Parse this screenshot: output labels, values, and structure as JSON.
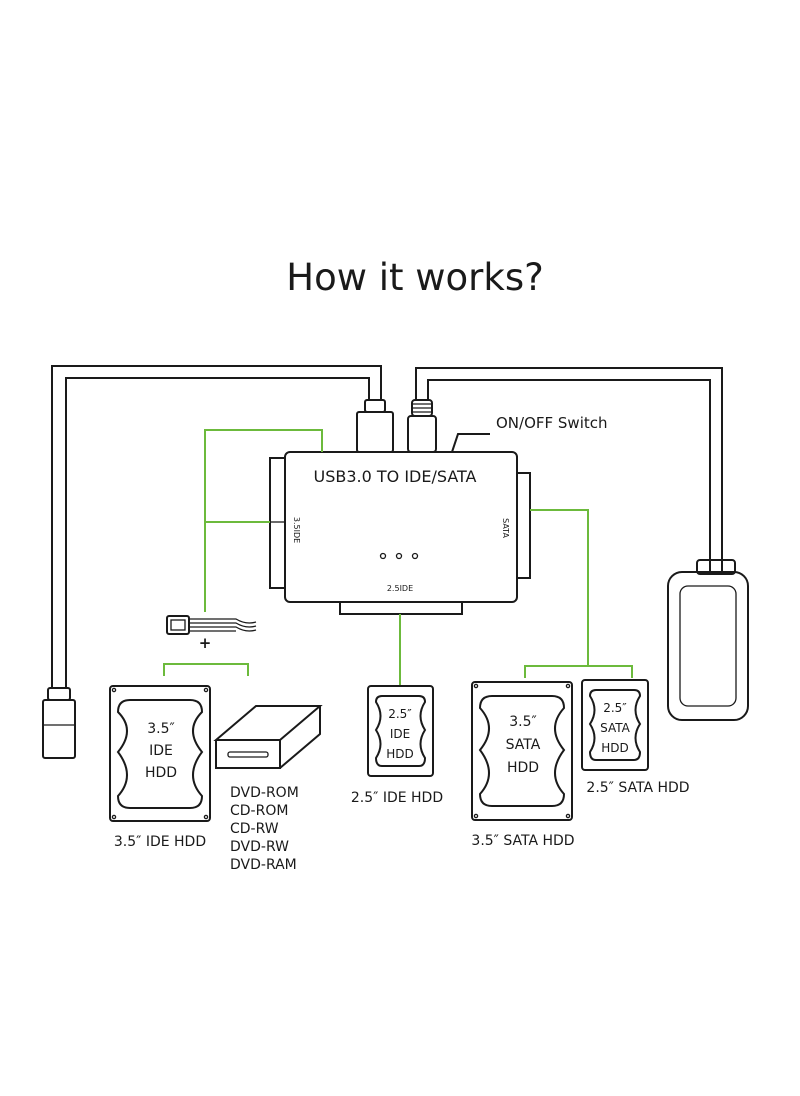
{
  "title": "How it works?",
  "adapter": {
    "label": "USB3.0 TO IDE/SATA",
    "port_left": "3.5IDE",
    "port_right": "SATA",
    "port_bottom": "2.5IDE"
  },
  "switch_label": "ON/OFF Switch",
  "plus_sign": "+",
  "drives": {
    "ide35": {
      "line1": "3.5″",
      "line2": "IDE",
      "line3": "HDD",
      "caption": "3.5″  IDE HDD"
    },
    "optical": {
      "lines": [
        "DVD-ROM",
        "CD-ROM",
        "CD-RW",
        "DVD-RW",
        "DVD-RAM"
      ]
    },
    "ide25": {
      "line1": "2.5″",
      "line2": "IDE",
      "line3": "HDD",
      "caption": "2.5″  IDE HDD"
    },
    "sata35": {
      "line1": "3.5″",
      "line2": "SATA",
      "line3": "HDD",
      "caption": "3.5″  SATA HDD"
    },
    "sata25": {
      "line1": "2.5″",
      "line2": "SATA",
      "line3": "HDD",
      "caption": "2.5″  SATA HDD"
    }
  },
  "colors": {
    "line": "#1a1a1a",
    "connector": "#6cba3c",
    "background": "#ffffff"
  }
}
